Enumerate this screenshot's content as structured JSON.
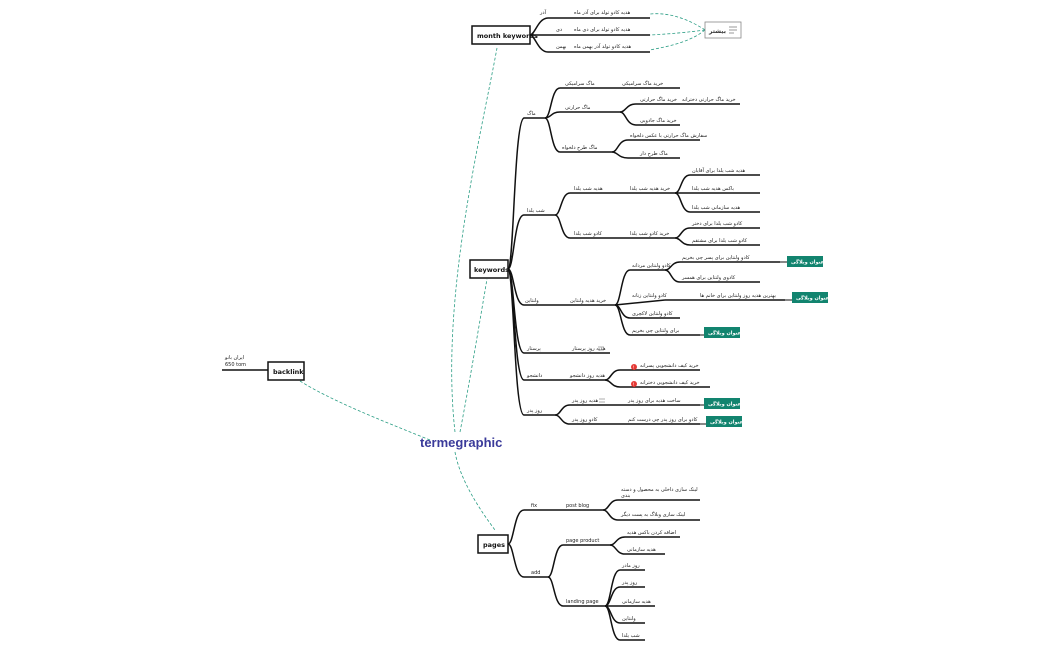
{
  "center": {
    "label": "termegraphic"
  },
  "backlink": {
    "label": "backlink",
    "note_line1": "ایران بانو",
    "note_line2": "650 tom"
  },
  "month": {
    "label": "month keywords",
    "more_label": "بیشتر",
    "items": [
      {
        "month": "آذر",
        "text": "هدیه کادو تولد برای آذر ماه"
      },
      {
        "month": "دی",
        "text": "هدیه کادو تولد برای دی ماه"
      },
      {
        "month": "بهمن",
        "text": "هدیه کادو تولد آذر بهمن ماه"
      }
    ]
  },
  "keywords": {
    "label": "keywords",
    "mug": {
      "label": "ماگ",
      "ceramic": "ماگ سرامیکی",
      "ceramic_buy": "خرید ماگ سرامیکی",
      "thermal": "ماگ حرارتی",
      "thermal_buy": "خرید ماگ حرارتی",
      "thermal_girl": "خرید ماگ حرارتی دخترانه",
      "magic": "خرید ماگ جادویی",
      "custom": "ماگ طرح دلخواه",
      "custom_order": "سفارش ماگ حرارتی با عکس دلخواه",
      "custom_buy": "ماگ طرح دار"
    },
    "yalda": {
      "label": "شب یلدا",
      "gift": "هدیه شب یلدا",
      "gift_buy": "خرید هدیه شب یلدا",
      "gift_a": "هدیه شب یلدا برای آقایان",
      "gift_b": "باکس هدیه شب یلدا",
      "gift_c": "هدیه سازمانی شب یلدا",
      "kado": "کادو شب یلدا",
      "kado_buy": "خرید کادو شب یلدا",
      "kado_a": "کادو شب یلدا برای دختر",
      "kado_b": "کادو شب یلدا برای مشتقم"
    },
    "valentine": {
      "label": "ولنتاین",
      "buy": "خرید هدیه ولنتاین",
      "men": "کادو ولنتاین مردانه",
      "men_a": "کادو ولنتاین برای پسر چی بخریم",
      "men_b": "کادوی ولنتاین برای همسر",
      "women": "کادو ولنتاین زنانه",
      "women_a": "بهترین هدیه روز ولنتاین برای خانم ها",
      "luxury": "کادو ولنتاین لاکچری",
      "what": "برای ولنتاین چی بخریم"
    },
    "nurse": {
      "label": "هدیه روز پرستار",
      "parent": "پرستار"
    },
    "student": {
      "label": "دانشجو",
      "day": "هدیه روز دانشجو",
      "boy": "خرید کیف دانشجویی پسرانه",
      "girl": "خرید کیف دانشجویی دخترانه"
    },
    "father": {
      "label": "روز پدر",
      "gift": "هدیه روز پدر",
      "gift_make": "ساخت هدیه برای روز پدر",
      "kado": "کادو روز پدر",
      "kado_cheap": "کادو برای روز پدر چی درست کنم"
    },
    "tag_label": "عنوان وبلاگی"
  },
  "pages": {
    "label": "pages",
    "fix": "fix",
    "post_blog": "post blog",
    "pb_a1": "لینک سازی داخلی به محصول و دسته",
    "pb_a2": "بندی",
    "pb_b": "لینک سازی وبلاگ به پست دیگر",
    "add": "add",
    "page_product": "page product",
    "pp_a": "اضافه کردن باکس هدیه",
    "pp_b": "هدیه سازمانی",
    "landing_page": "landing page",
    "lp": [
      "روز مادر",
      "روز پدر",
      "هدیه سازمانی",
      "ولنتاین",
      "شب یلدا"
    ]
  },
  "colors": {
    "dashed": "#2a9d84",
    "tag": "#12846f",
    "center": "#3a3a9a",
    "alert": "#e53935"
  }
}
